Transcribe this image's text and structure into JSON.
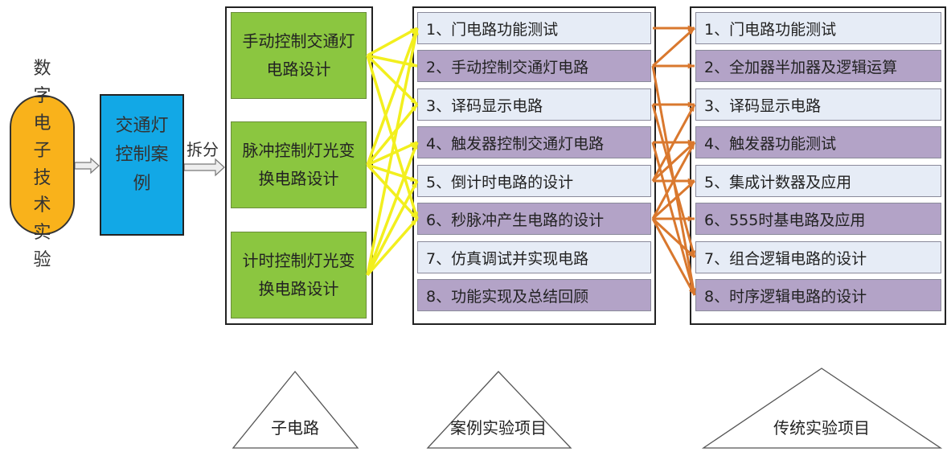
{
  "root": {
    "label": "数字电子技术实验"
  },
  "case": {
    "label": "交通灯控制案例"
  },
  "split_label": "拆分",
  "subcircuits": [
    {
      "label": "手动控制交通灯电路设计"
    },
    {
      "label": "脉冲控制灯光变换电路设计"
    },
    {
      "label": "计时控制灯光变换电路设计"
    }
  ],
  "case_items": [
    "1、门电路功能测试",
    "2、手动控制交通灯电路",
    "3、译码显示电路",
    "4、触发器控制交通灯电路",
    "5、倒计时电路的设计",
    "6、秒脉冲产生电路的设计",
    "7、仿真调试并实现电路",
    "8、功能实现及总结回顾"
  ],
  "traditional_items": [
    "1、门电路功能测试",
    "2、全加器半加器及逻辑运算",
    "3、译码显示电路",
    "4、触发器功能测试",
    "5、集成计数器及应用",
    "6、555时基电路及应用",
    "7、组合逻辑电路的设计",
    "8、时序逻辑电路的设计"
  ],
  "triangles": [
    "子电路",
    "案例实验项目",
    "传统实验项目"
  ],
  "colors": {
    "root": "#f9b21b",
    "case": "#12a8e6",
    "green": "#8bc640",
    "light": "#e6ecf6",
    "dark": "#b3a3c7",
    "yellow_link": "#f2ef1e",
    "orange_link": "#d9782e"
  }
}
